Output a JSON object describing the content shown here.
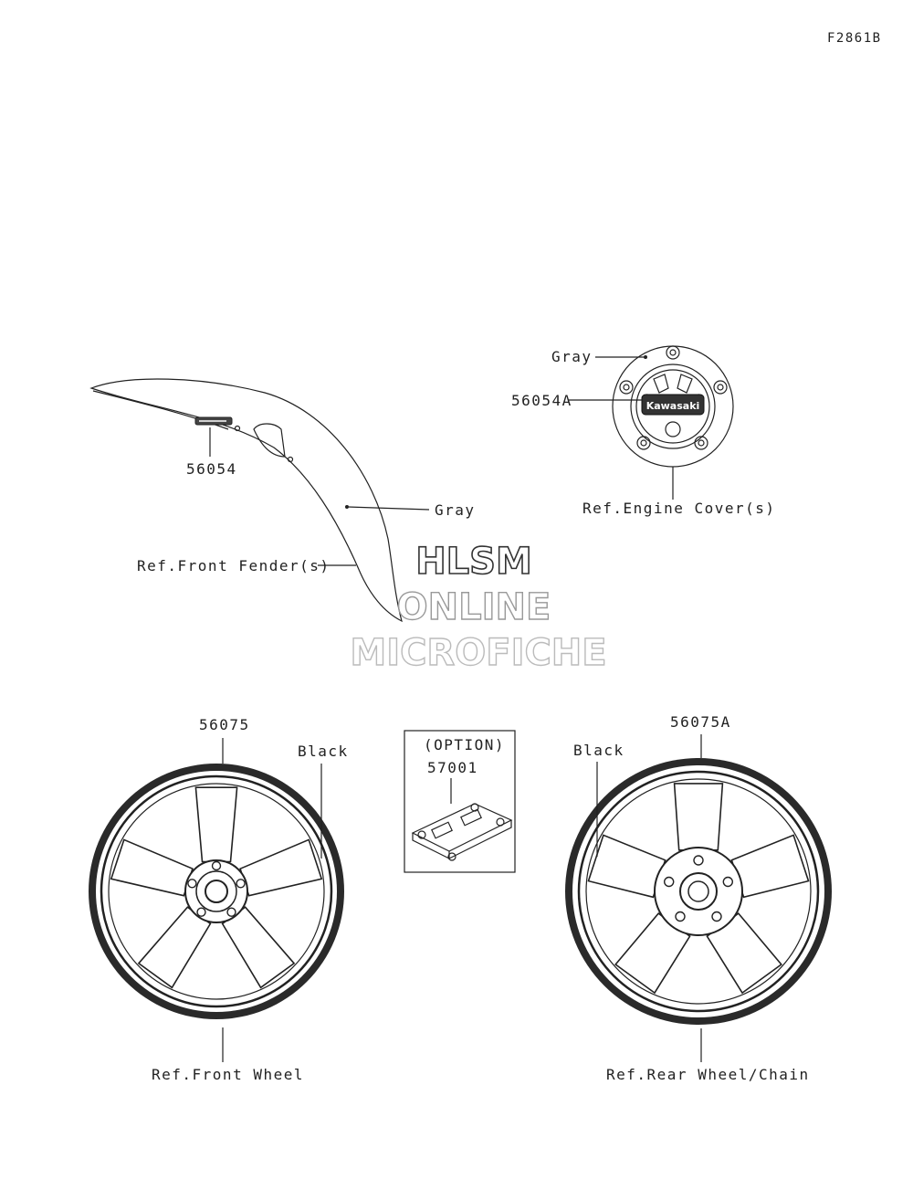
{
  "figure_code": "F2861B",
  "watermark": {
    "line1": "HLSM",
    "line2": "ONLINE",
    "line3": "MICROFICHE"
  },
  "fender": {
    "part": "56054",
    "color": "Gray",
    "ref": "Ref.Front Fender(s)"
  },
  "engine_cover": {
    "part": "56054A",
    "color": "Gray",
    "ref": "Ref.Engine Cover(s)",
    "logo": "Kawasaki"
  },
  "front_wheel": {
    "part": "56075",
    "color": "Black",
    "ref": "Ref.Front Wheel"
  },
  "option_box": {
    "title": "(OPTION)",
    "part": "57001"
  },
  "rear_wheel": {
    "part": "56075A",
    "color": "Black",
    "ref": "Ref.Rear Wheel/Chain"
  }
}
